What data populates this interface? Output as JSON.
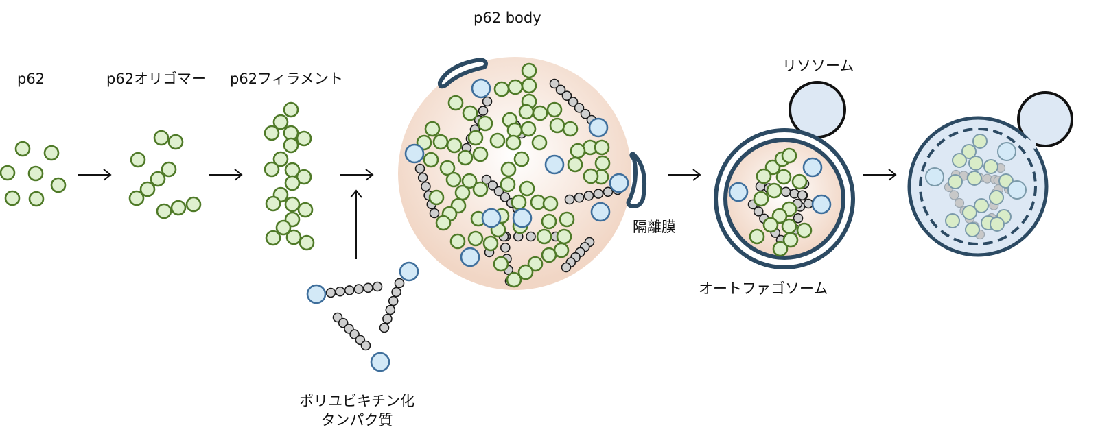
{
  "title": "p62 body formation and autophagic degradation",
  "labels": {
    "p62": "p62",
    "oligomer": "p62オリゴマー",
    "filament": "p62フィラメント",
    "p62_body": "p62 body",
    "polyub_line1": "ポリユビキチン化",
    "polyub_line2": "タンパク質",
    "isolation_membrane": "隔離膜",
    "autophagosome": "オートファゴソーム",
    "lysosome": "リソソーム"
  },
  "stages": [
    {
      "id": "monomer",
      "label_key": "p62"
    },
    {
      "id": "oligomer",
      "label_key": "oligomer"
    },
    {
      "id": "filament",
      "label_key": "filament"
    },
    {
      "id": "p62-body",
      "label_key": "p62_body"
    },
    {
      "id": "autophagosome",
      "label_key": "autophagosome"
    },
    {
      "id": "autolysosome",
      "label_key": ""
    }
  ],
  "colors": {
    "p62_fill": "#dff0cf",
    "p62_stroke": "#4f7a28",
    "ubiquitin_fill": "#cfcfcf",
    "substrate_fill": "#d3e9f7",
    "substrate_stroke": "#3f6f9c",
    "membrane": "#2c4a63",
    "body_fill": "#f2d9c9",
    "lysosome_fill": "#dde8f4"
  }
}
